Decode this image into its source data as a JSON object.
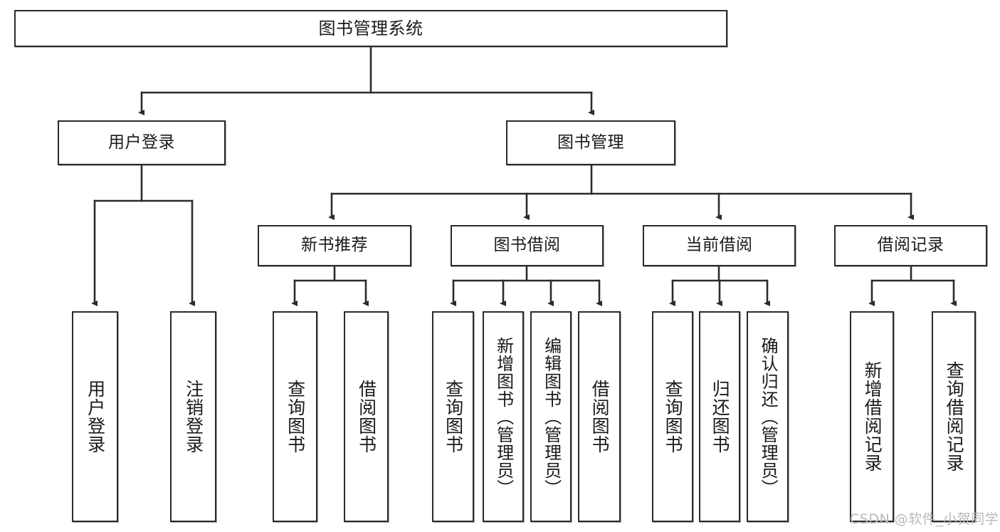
{
  "diagram": {
    "title": "图书管理系统",
    "type": "hierarchy-tree",
    "stroke_color": "#2b2b2b",
    "fill_color": "#ffffff",
    "text_color": "#1a1a1a"
  },
  "root": {
    "label": "图书管理系统"
  },
  "level2": [
    {
      "label": "用户登录"
    },
    {
      "label": "图书管理"
    }
  ],
  "level3": [
    {
      "label": "新书推荐"
    },
    {
      "label": "图书借阅"
    },
    {
      "label": "当前借阅"
    },
    {
      "label": "借阅记录"
    }
  ],
  "leaves": {
    "user_login": [
      {
        "label": "用户登录"
      },
      {
        "label": "注销登录"
      }
    ],
    "new_book_recommend": [
      {
        "label": "查询图书"
      },
      {
        "label": "借阅图书"
      }
    ],
    "book_borrow": [
      {
        "label": "查询图书"
      },
      {
        "label": "新增图书（管理员）"
      },
      {
        "label": "编辑图书（管理员）"
      },
      {
        "label": "借阅图书"
      }
    ],
    "current_borrow": [
      {
        "label": "查询图书"
      },
      {
        "label": "归还图书"
      },
      {
        "label": "确认归还（管理员）"
      }
    ],
    "borrow_record": [
      {
        "label": "新增借阅记录"
      },
      {
        "label": "查询借阅记录"
      }
    ]
  },
  "watermark": {
    "text": "CSDN @软件_小贺同学"
  }
}
